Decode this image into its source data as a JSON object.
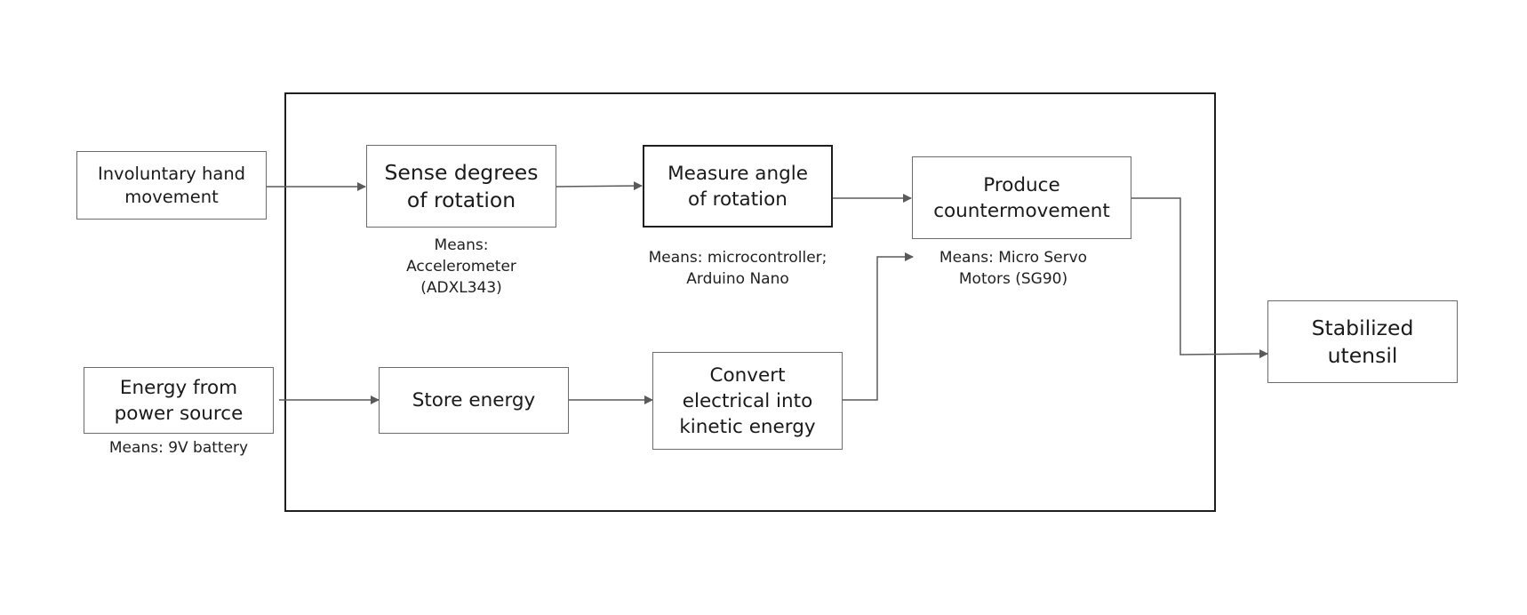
{
  "nodes": {
    "involuntary_hand_movement": "Involuntary hand\nmovement",
    "sense_degrees_of_rotation": "Sense degrees\nof rotation",
    "measure_angle_of_rotation": "Measure angle\nof rotation",
    "produce_countermovement": "Produce\ncountermovement",
    "energy_from_power_source": "Energy from\npower source",
    "store_energy": "Store energy",
    "convert_electrical_into_kinetic_energy": "Convert\nelectrical into\nkinetic energy",
    "stabilized_utensil": "Stabilized\nutensil"
  },
  "means": {
    "sense": "Means:\nAccelerometer\n(ADXL343)",
    "measure": "Means: microcontroller;\nArduino Nano",
    "produce": "Means: Micro Servo\nMotors (SG90)",
    "energy": "Means: 9V battery"
  },
  "colors": {
    "arrow": "#5a5a5a",
    "box_border": "#6b6b6b",
    "container_border": "#1f1f1f"
  }
}
